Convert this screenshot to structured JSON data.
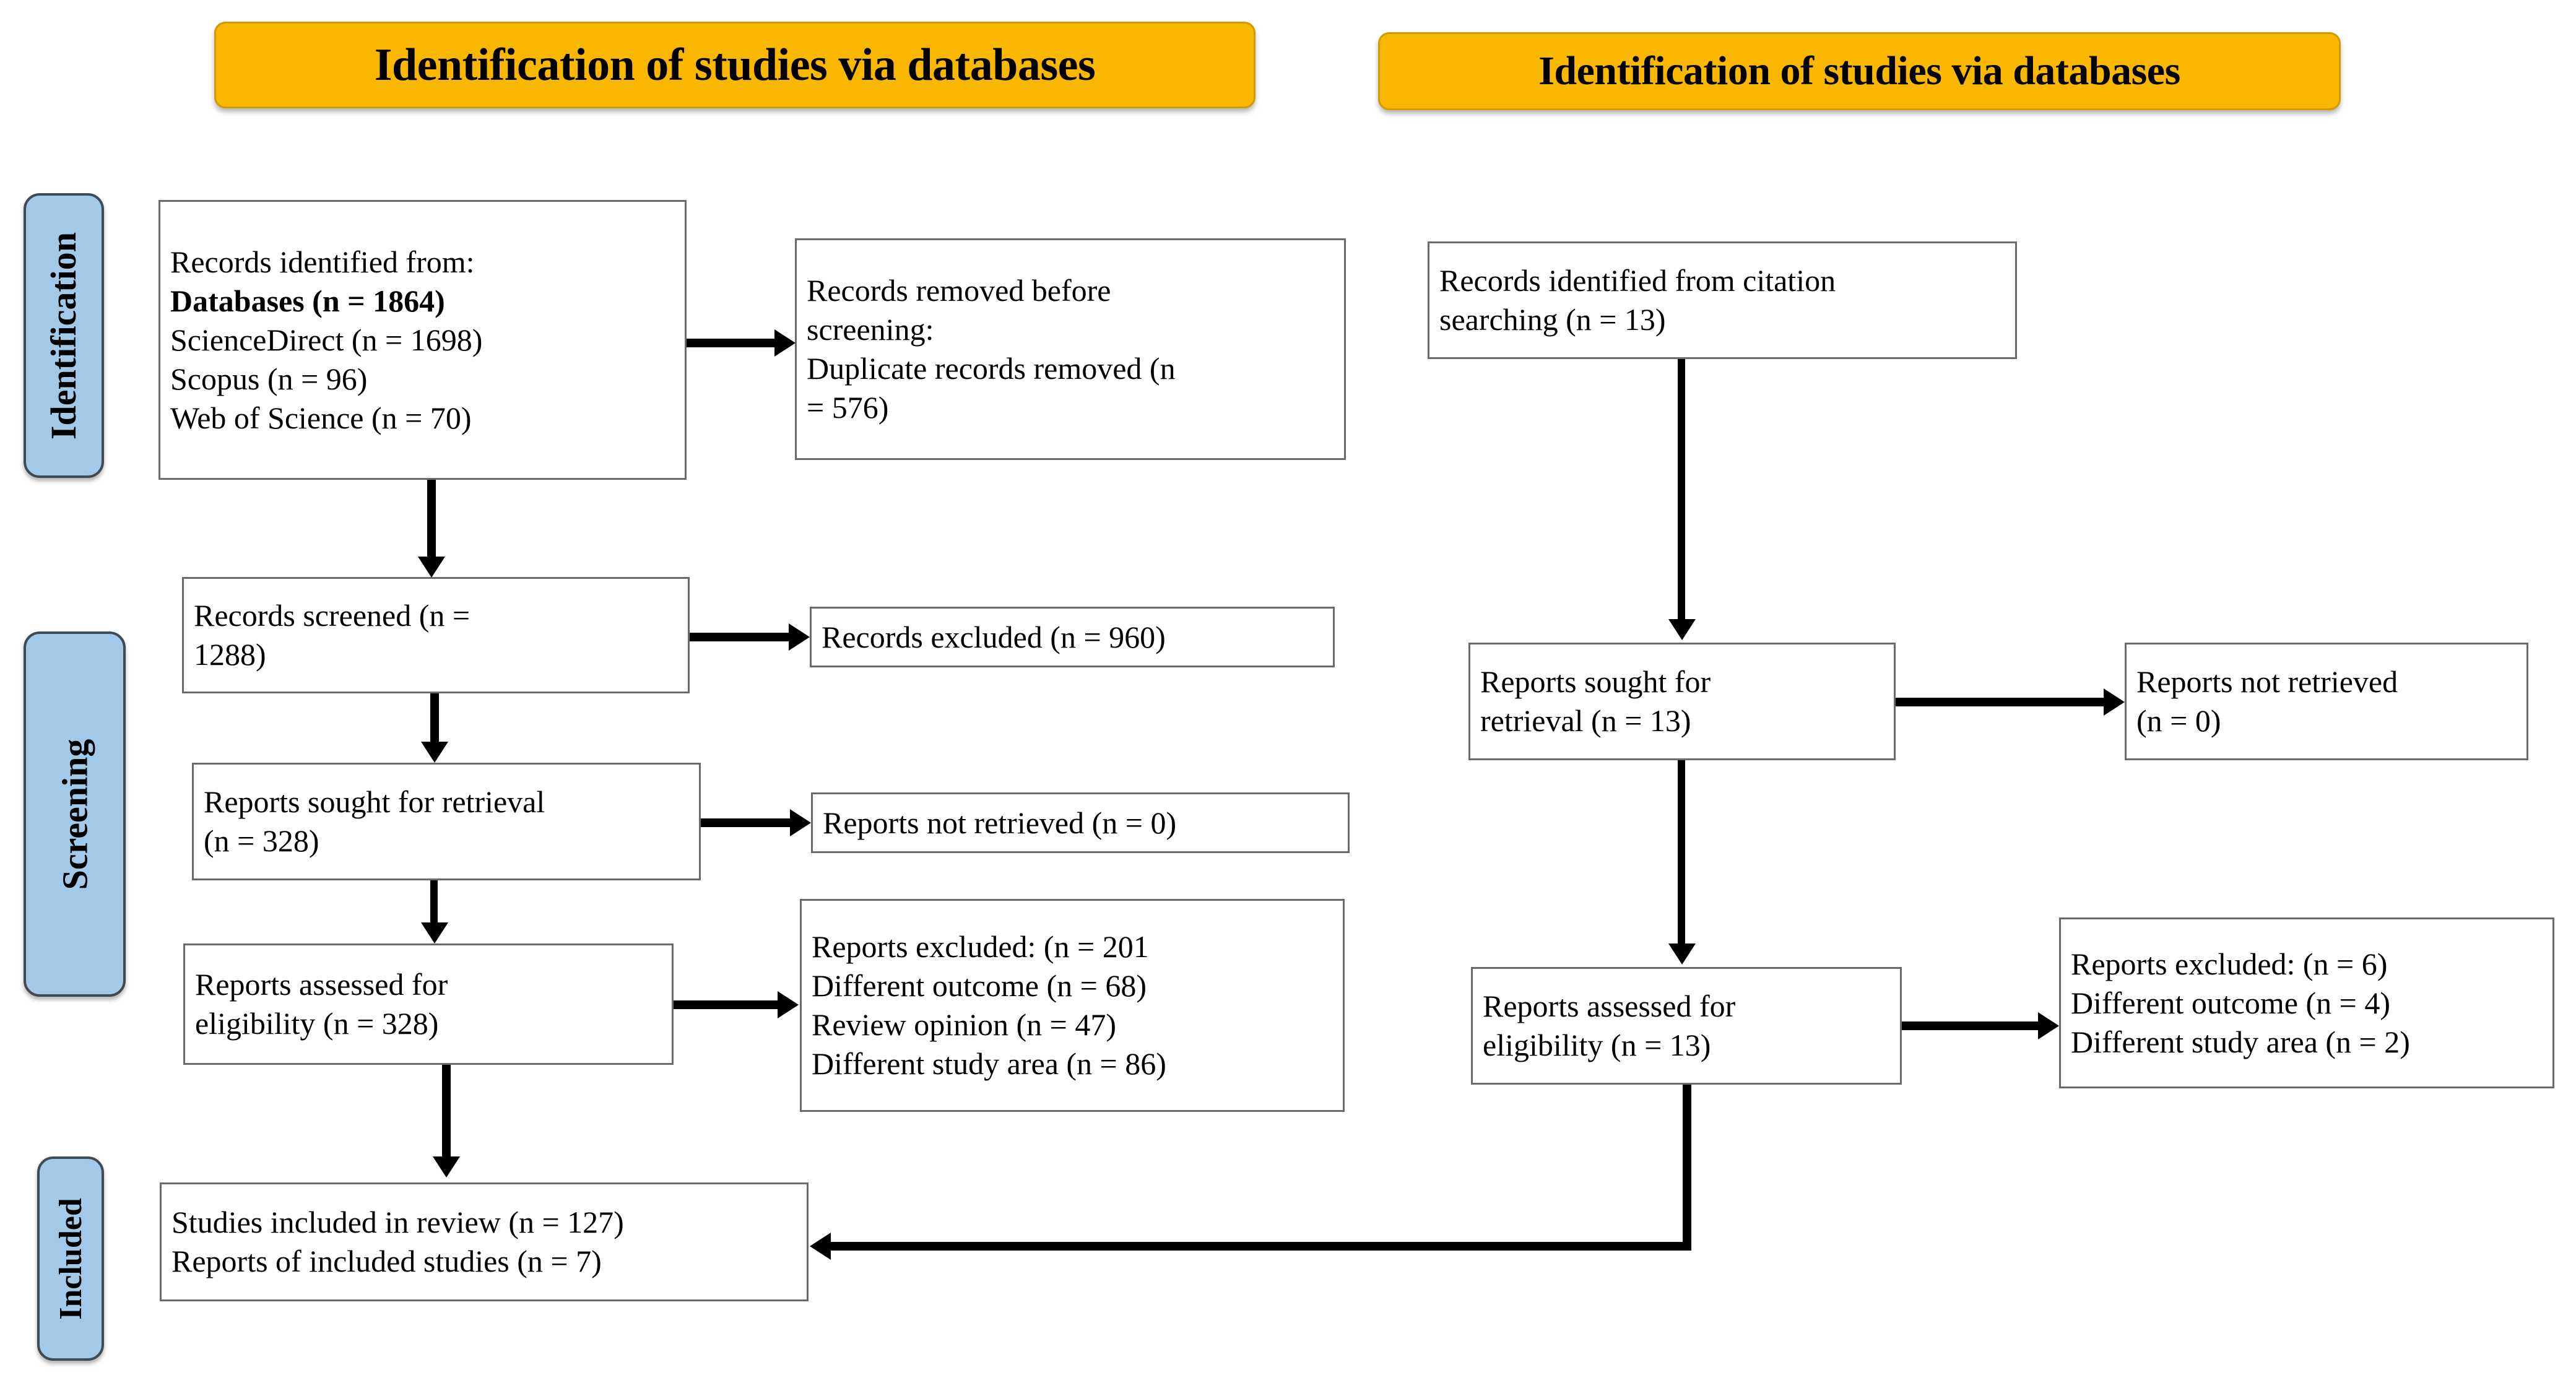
{
  "banners": [
    {
      "label": "Identification of studies via databases"
    },
    {
      "label": "Identification of studies via databases"
    }
  ],
  "stage_labels": [
    {
      "label": "Identification"
    },
    {
      "label": "Screening"
    },
    {
      "label": "Included"
    }
  ],
  "left_column": {
    "identified": {
      "lines": [
        "Records identified from:",
        "Databases (n = 1864)",
        "ScienceDirect (n = 1698)",
        "Scopus  (n = 96)",
        "Web of Science (n = 70)"
      ]
    },
    "removed": {
      "lines": [
        "Records removed before",
        "screening:",
        "Duplicate records removed (n",
        "= 576)"
      ]
    },
    "screened": {
      "lines": [
        "Records screened (n =",
        "1288)"
      ]
    },
    "records_excluded": {
      "lines": [
        "Records excluded (n = 960)"
      ]
    },
    "sought": {
      "lines": [
        "Reports sought for retrieval",
        "(n = 328)"
      ]
    },
    "not_retrieved": {
      "lines": [
        "Reports not retrieved (n = 0)"
      ]
    },
    "assessed": {
      "lines": [
        "Reports assessed for",
        "eligibility (n = 328)"
      ]
    },
    "reports_excluded": {
      "lines": [
        "Reports excluded: (n = 201",
        "Different outcome (n = 68)",
        "Review opinion (n = 47)",
        "Different study area (n = 86)"
      ]
    },
    "included": {
      "lines": [
        "Studies included in review (n = 127)",
        "Reports of included studies (n = 7)"
      ]
    }
  },
  "right_column": {
    "identified": {
      "lines": [
        "Records identified from citation",
        "searching  (n = 13)"
      ]
    },
    "sought": {
      "lines": [
        "Reports sought for",
        "retrieval (n = 13)"
      ]
    },
    "not_retrieved": {
      "lines": [
        "Reports not retrieved",
        "(n = 0)"
      ]
    },
    "assessed": {
      "lines": [
        "Reports assessed for",
        "eligibility (n = 13)"
      ]
    },
    "reports_excluded": {
      "lines": [
        "Reports excluded: (n = 6)",
        "Different outcome (n = 4)",
        "Different study area (n = 2)"
      ]
    }
  },
  "colors": {
    "banner_fill": "#f9b700",
    "banner_border": "#d19a00",
    "stage_fill": "#a3c9e9",
    "stage_border": "#3e4a54",
    "node_border": "#6a6a6a",
    "connector": "#000000",
    "background": "#ffffff"
  }
}
